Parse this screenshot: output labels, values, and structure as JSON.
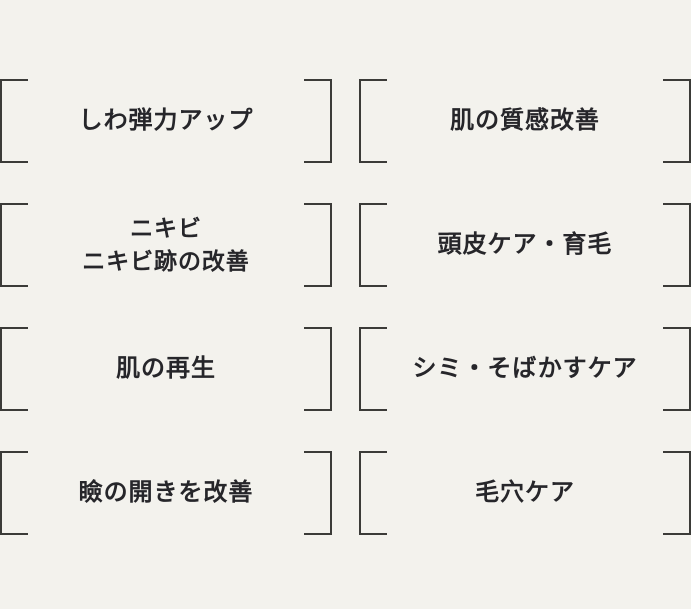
{
  "theme": {
    "background_color": "#f3f2ed",
    "text_color": "#26262a",
    "bracket_color": "#3b3b38"
  },
  "treatment_menu": {
    "columns": 2,
    "rows": 4,
    "items": [
      {
        "id": "wrinkle-elasticity",
        "label": "しわ弾力アップ",
        "column": 1,
        "row": 1,
        "lines": 1
      },
      {
        "id": "skin-texture",
        "label": "肌の質感改善",
        "column": 2,
        "row": 1,
        "lines": 1
      },
      {
        "id": "acne-and-scars",
        "label": "ニキビ\nニキビ跡の改善",
        "column": 1,
        "row": 2,
        "lines": 2
      },
      {
        "id": "scalp-hair-care",
        "label": "頭皮ケア・育毛",
        "column": 2,
        "row": 2,
        "lines": 1
      },
      {
        "id": "skin-regeneration",
        "label": "肌の再生",
        "column": 1,
        "row": 3,
        "lines": 1
      },
      {
        "id": "spots-freckles-care",
        "label": "シミ・そばかすケア",
        "column": 2,
        "row": 3,
        "lines": 1
      },
      {
        "id": "eyelid-opening",
        "label": "瞼の開きを改善",
        "column": 1,
        "row": 4,
        "lines": 1
      },
      {
        "id": "pore-care",
        "label": "毛穴ケア",
        "column": 2,
        "row": 4,
        "lines": 1
      }
    ]
  }
}
